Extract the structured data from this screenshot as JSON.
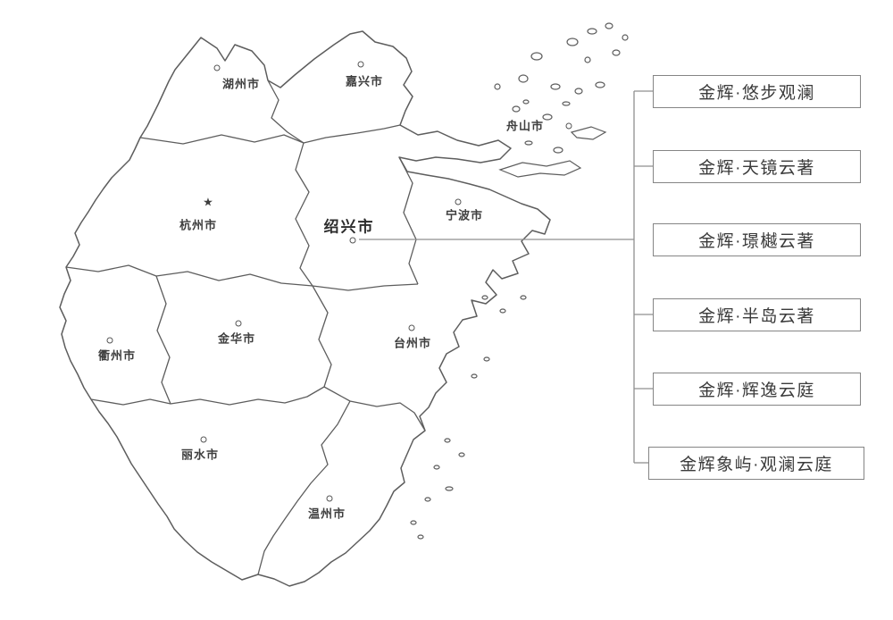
{
  "colors": {
    "background": "#ffffff",
    "map_stroke": "#5d5d5d",
    "label_text": "#3f3f3f",
    "box_border": "#858585",
    "box_text": "#3b3b3b",
    "connector": "#8f8f8f"
  },
  "icons": {
    "capital_star": "★"
  },
  "map": {
    "cities": [
      {
        "name": "湖州市",
        "marker": "circle"
      },
      {
        "name": "嘉兴市",
        "marker": "circle"
      },
      {
        "name": "杭州市",
        "marker": "star"
      },
      {
        "name": "绍兴市",
        "marker": "circle",
        "emphasis": true
      },
      {
        "name": "宁波市",
        "marker": "circle"
      },
      {
        "name": "舟山市",
        "marker": "circle"
      },
      {
        "name": "衢州市",
        "marker": "circle"
      },
      {
        "name": "金华市",
        "marker": "circle"
      },
      {
        "name": "台州市",
        "marker": "circle"
      },
      {
        "name": "丽水市",
        "marker": "circle"
      },
      {
        "name": "温州市",
        "marker": "circle"
      }
    ]
  },
  "projects": {
    "items": [
      {
        "label": "金辉·悠步观澜"
      },
      {
        "label": "金辉·天镜云著"
      },
      {
        "label": "金辉·璟樾云著"
      },
      {
        "label": "金辉·半岛云著"
      },
      {
        "label": "金辉·辉逸云庭"
      },
      {
        "label": "金辉象屿·观澜云庭"
      }
    ]
  }
}
